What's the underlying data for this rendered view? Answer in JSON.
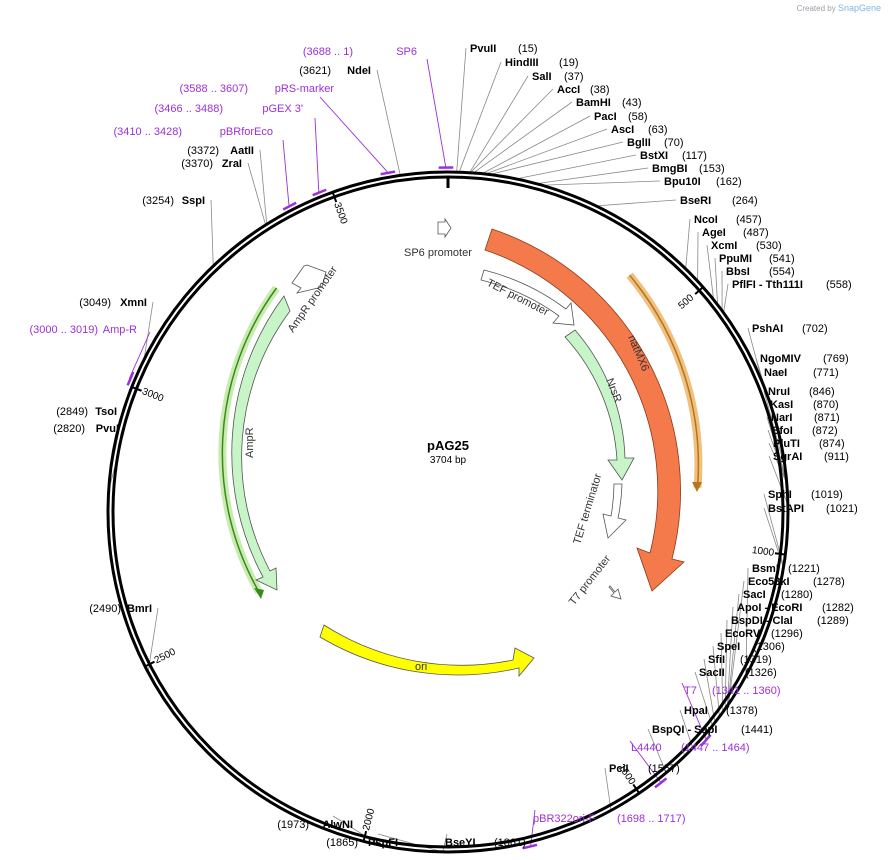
{
  "credit": {
    "prefix": "Created by",
    "brand": "SnapGene"
  },
  "plasmid": {
    "name": "pAG25",
    "length_label": "3704 bp",
    "length": 3704
  },
  "ticks": [
    {
      "pos": 500,
      "label": "500"
    },
    {
      "pos": 1000,
      "label": "1000"
    },
    {
      "pos": 1500,
      "label": "1500"
    },
    {
      "pos": 2000,
      "label": "2000"
    },
    {
      "pos": 2500,
      "label": "2500"
    },
    {
      "pos": 3000,
      "label": "3000"
    },
    {
      "pos": 3500,
      "label": "3500"
    }
  ],
  "features": [
    {
      "name": "SP6 promoter",
      "color": "#ffffff"
    },
    {
      "name": "TEF promoter",
      "color": "#ffffff"
    },
    {
      "name": "natMX6",
      "color": "#f47a4b"
    },
    {
      "name": "NrsR",
      "color": "#c8f5c8"
    },
    {
      "name": "TEF terminator",
      "color": "#ffffff"
    },
    {
      "name": "T7 promoter",
      "color": "#ffffff"
    },
    {
      "name": "ori",
      "color": "#ffff00"
    },
    {
      "name": "AmpR",
      "color": "#c8f5c8"
    },
    {
      "name": "AmpR promoter",
      "color": "#ffffff"
    }
  ],
  "enzymes_top": [
    {
      "name": "PvuII",
      "pos": "(15)"
    },
    {
      "name": "HindIII",
      "pos": "(19)"
    },
    {
      "name": "SalI",
      "pos": "(37)"
    },
    {
      "name": "AccI",
      "pos": "(38)"
    },
    {
      "name": "BamHI",
      "pos": "(43)"
    },
    {
      "name": "PacI",
      "pos": "(58)"
    },
    {
      "name": "AscI",
      "pos": "(63)"
    },
    {
      "name": "BglII",
      "pos": "(70)"
    },
    {
      "name": "BstXI",
      "pos": "(117)"
    },
    {
      "name": "BmgBI",
      "pos": "(153)"
    },
    {
      "name": "Bpu10I",
      "pos": "(162)"
    },
    {
      "name": "BseRI",
      "pos": "(264)"
    }
  ],
  "enzymes_right": [
    {
      "name": "NcoI",
      "pos": "(457)"
    },
    {
      "name": "AgeI",
      "pos": "(487)"
    },
    {
      "name": "XcmI",
      "pos": "(530)"
    },
    {
      "name": "PpuMI",
      "pos": "(541)"
    },
    {
      "name": "BbsI",
      "pos": "(554)"
    },
    {
      "name": "PflFI  - Tth111I",
      "pos": "(558)"
    },
    {
      "name": "PshAI",
      "pos": "(702)"
    },
    {
      "name": "NgoMIV",
      "pos": "(769)"
    },
    {
      "name": "NaeI",
      "pos": "(771)"
    },
    {
      "name": "NruI",
      "pos": "(846)"
    },
    {
      "name": "KasI",
      "pos": "(870)"
    },
    {
      "name": "NarI",
      "pos": "(871)"
    },
    {
      "name": "SfoI",
      "pos": "(872)"
    },
    {
      "name": "PluTI",
      "pos": "(874)"
    },
    {
      "name": "SgrAI",
      "pos": "(911)"
    },
    {
      "name": "SphI",
      "pos": "(1019)"
    },
    {
      "name": "BstAPI",
      "pos": "(1021)"
    }
  ],
  "enzymes_lower_right": [
    {
      "name": "BsmI",
      "pos": "(1221)"
    },
    {
      "name": "Eco53kI",
      "pos": "(1278)"
    },
    {
      "name": "SacI",
      "pos": "(1280)"
    },
    {
      "name": "ApoI  - EcoRI",
      "pos": "(1282)"
    },
    {
      "name": "BspDI  - ClaI",
      "pos": "(1289)"
    },
    {
      "name": "EcoRV",
      "pos": "(1296)"
    },
    {
      "name": "SpeI",
      "pos": "(1306)"
    },
    {
      "name": "SfiI",
      "pos": "(1319)"
    },
    {
      "name": "SacII",
      "pos": "(1326)"
    },
    {
      "name": "HpaI",
      "pos": "(1378)"
    },
    {
      "name": "BspQI  - SapI",
      "pos": "(1441)"
    },
    {
      "name": "PciI",
      "pos": "(1557)"
    }
  ],
  "enzymes_bottom": [
    {
      "name": "BseYI",
      "pos": "(1861)"
    },
    {
      "name": "PspFI",
      "pos": "(1865)"
    },
    {
      "name": "AlwNI",
      "pos": "(1973)"
    }
  ],
  "enzymes_left": [
    {
      "name": "BmrI",
      "pos": "(2490)"
    },
    {
      "name": "PvuI",
      "pos": "(2820)"
    },
    {
      "name": "TsoI",
      "pos": "(2849)"
    },
    {
      "name": "XmnI",
      "pos": "(3049)"
    },
    {
      "name": "SspI",
      "pos": "(3254)"
    },
    {
      "name": "ZraI",
      "pos": "(3370)"
    },
    {
      "name": "AatII",
      "pos": "(3372)"
    },
    {
      "name": "NdeI",
      "pos": "(3621)"
    }
  ],
  "primers": [
    {
      "name": "SP6",
      "range": "(3688 .. 1)"
    },
    {
      "name": "pRS-marker",
      "range": "(3588 .. 3607)"
    },
    {
      "name": "pGEX 3'",
      "range": "(3466 .. 3488)"
    },
    {
      "name": "pBRforEco",
      "range": "(3410 .. 3428)"
    },
    {
      "name": "Amp-R",
      "range": "(3000 .. 3019)"
    },
    {
      "name": "T7",
      "range": "(1341 .. 1360)"
    },
    {
      "name": "L4440",
      "range": "(1447 .. 1464)"
    },
    {
      "name": "pBR322ori-F",
      "range": "(1698 .. 1717)"
    }
  ],
  "colors": {
    "primer": "#9b30d9",
    "backbone": "#000000",
    "leader": "#888888"
  }
}
